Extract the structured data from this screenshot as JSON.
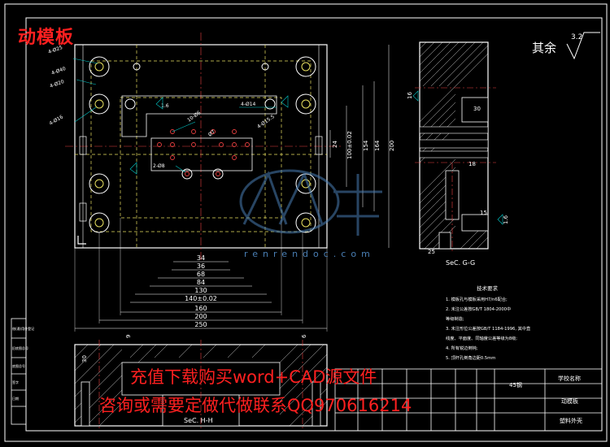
{
  "drawing": {
    "title": "动模板",
    "roughness_label": "其余",
    "roughness_value": "3.2",
    "section_gg": "SeC. G-G",
    "section_hh": "SeC. H-H"
  },
  "top_view_dims": {
    "horizontal": [
      "34",
      "36",
      "68",
      "84",
      "130",
      "140±0.02",
      "160",
      "200",
      "250"
    ],
    "vertical": [
      "24",
      "100±0.02",
      "154",
      "164",
      "200"
    ],
    "labels": [
      "4-Ø25",
      "4-Ø40",
      "4-Ø20",
      "4-Ø14",
      "4-Ø15.5",
      "4-Ø16",
      "10-Ø6",
      "Ø7",
      "2-Ø8",
      "1.6"
    ]
  },
  "side_dims": [
    "16",
    "30",
    "18",
    "15",
    "1.6",
    "25"
  ],
  "bottom_dims": [
    "30",
    "9",
    "6"
  ],
  "tech_req": {
    "title": "技术要求",
    "items": [
      "1. 模板孔与模板采用H7/n6配合;",
      "2. 未注公差按GB/T 1804-2000中",
      "   等级制造;",
      "3. 未注形位公差按GB/T 1184-1996, 其中直",
      "   线度、平面度、同轴度公差等级为8级;",
      "4. 所有锐边倒钝;",
      "5. 顶杆孔倒角边距0.5mm"
    ]
  },
  "title_block": {
    "part": "动模板",
    "material": "45钢",
    "school": "学校名称",
    "drawing_no": "塑料外壳",
    "left_labels": [
      "借(通)用件登记",
      "旧底图总号",
      "底图总号",
      "签字",
      "日期"
    ]
  },
  "watermark": "renrendoc.com",
  "ad": {
    "line1": "充值下载购买word+CAD源文件",
    "line2": "咨询或需要定做代做联系QQ970616214"
  }
}
